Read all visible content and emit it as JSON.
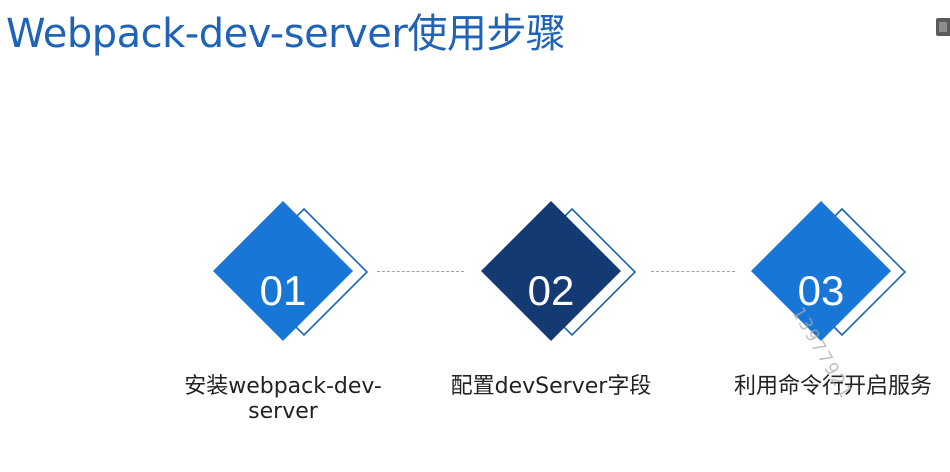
{
  "title": "Webpack-dev-server使用步骤",
  "colors": {
    "title": "#1f63b6",
    "step_blue": "#1877d6",
    "step_navy": "#143a73",
    "outline": "#1c63b8",
    "connector": "#a3a3a3"
  },
  "steps": [
    {
      "number": "01",
      "label": "安装webpack-dev-server",
      "fill": "#1877d6"
    },
    {
      "number": "02",
      "label": "配置devServer字段",
      "fill": "#143a73"
    },
    {
      "number": "03",
      "label": "利用命令行开启服务",
      "fill": "#1877d6"
    }
  ],
  "watermark": "13977921"
}
